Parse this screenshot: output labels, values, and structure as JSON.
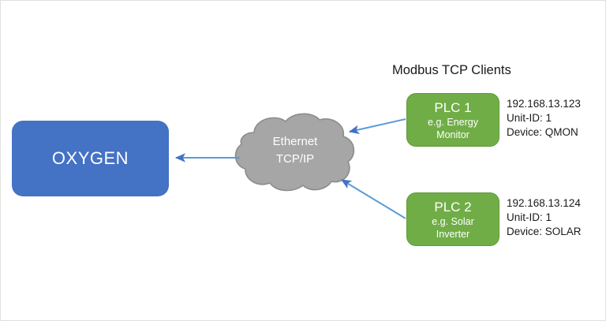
{
  "diagram": {
    "title_heading": "Modbus TCP Clients",
    "server": {
      "label": "OXYGEN",
      "color": "#4472C4"
    },
    "network": {
      "line1": "Ethernet",
      "line2": "TCP/IP",
      "color": "#A6A6A6"
    },
    "clients": [
      {
        "name": "PLC 1",
        "role_line1": "e.g. Energy",
        "role_line2": "Monitor",
        "ip": "192.168.13.123",
        "unit_id": "Unit-ID: 1",
        "device": "Device: QMON",
        "color": "#70AD47"
      },
      {
        "name": "PLC 2",
        "role_line1": "e.g. Solar",
        "role_line2": "Inverter",
        "ip": "192.168.13.124",
        "unit_id": "Unit-ID: 1",
        "device": "Device: SOLAR",
        "color": "#70AD47"
      }
    ],
    "connectors": {
      "arrow_color": "#5B9BD5"
    }
  }
}
